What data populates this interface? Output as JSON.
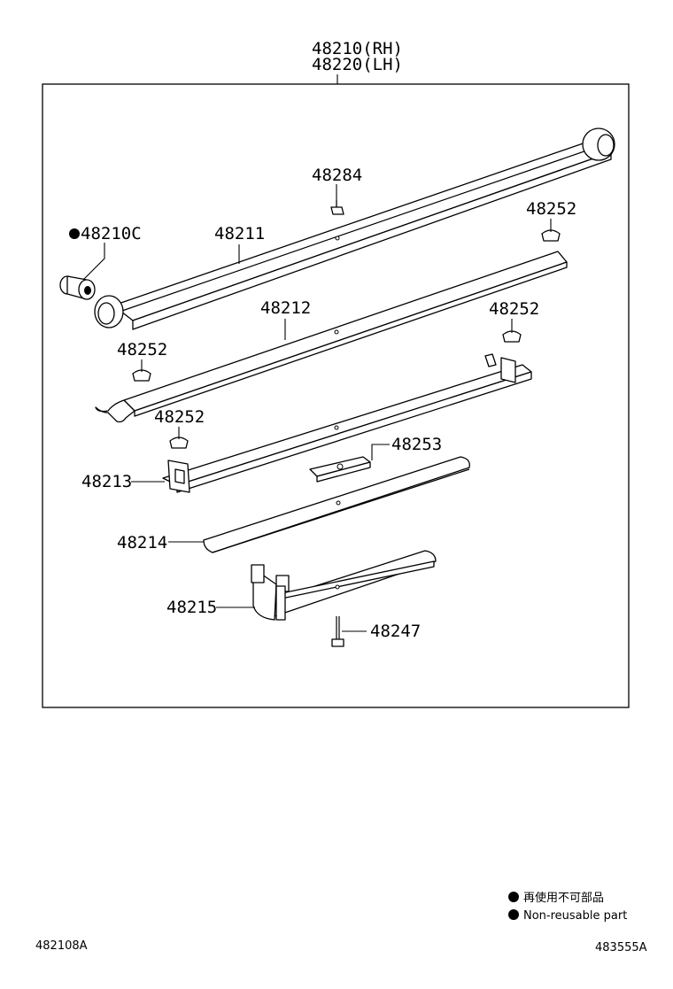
{
  "assembly": {
    "rh_part": "48210(RH)",
    "lh_part": "48220(LH)"
  },
  "parts": {
    "p48284": "48284",
    "p48210c": "48210C",
    "p48211": "48211",
    "p48252_top": "48252",
    "p48212": "48212",
    "p48252_right": "48252",
    "p48252_left": "48252",
    "p48252_mid": "48252",
    "p48253": "48253",
    "p48213": "48213",
    "p48214": "48214",
    "p48215": "48215",
    "p48247": "48247"
  },
  "legend": {
    "jp": "再使用不可部品",
    "en": "Non-reusable part"
  },
  "footer": {
    "left_code": "482108A",
    "right_code": "483555A"
  }
}
